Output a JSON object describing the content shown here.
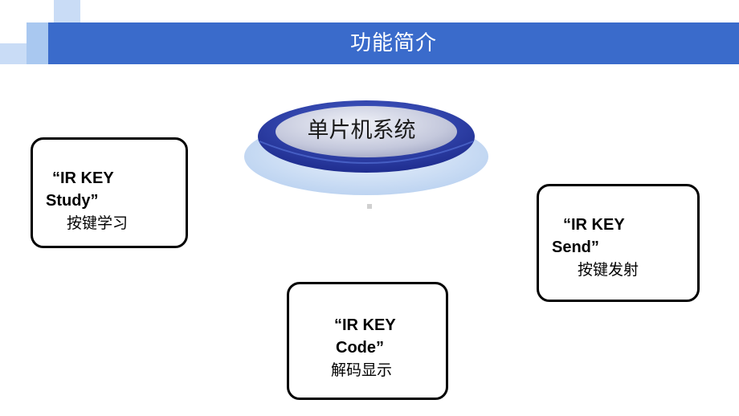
{
  "header": {
    "title": "功能简介"
  },
  "center": {
    "label": "单片机系统"
  },
  "boxes": {
    "study": {
      "line1": "“IR KEY",
      "line2": "Study”",
      "line3": "按键学习"
    },
    "send": {
      "line1": "“IR KEY",
      "line2": "Send”",
      "line3": "按键发射"
    },
    "code": {
      "line1": "“IR KEY",
      "line2": "Code”",
      "line3": "解码显示"
    }
  },
  "colors": {
    "header_bar": "#3a6bcb",
    "disc_dark": "#2a3ea8",
    "disc_light": "#cfe0f5",
    "square_light": "#a9c8f0",
    "square_mid": "#7fa8e6"
  }
}
